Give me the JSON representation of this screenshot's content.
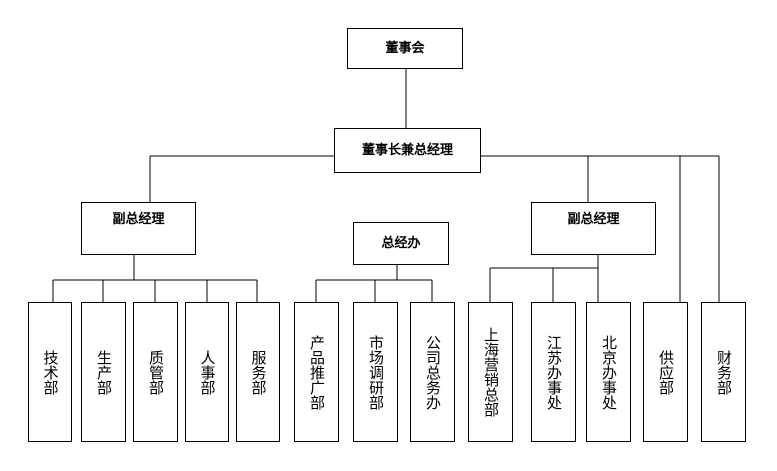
{
  "org": {
    "board": "董事会",
    "chairman_gm": "董事长兼总经理",
    "vp_left": "副总经理",
    "gm_office": "总经办",
    "vp_right": "副总经理",
    "departments": {
      "tech": "技术部",
      "production": "生产部",
      "quality": "质管部",
      "hr": "人事部",
      "service": "服务部",
      "promotion": "产品推广部",
      "market_research": "市场调研部",
      "general_affairs": "公司总务办",
      "shanghai_sales": "上海营销总部",
      "jiangsu_office": "江苏办事处",
      "beijing_office": "北京办事处",
      "supply": "供应部",
      "finance": "财务部"
    }
  }
}
